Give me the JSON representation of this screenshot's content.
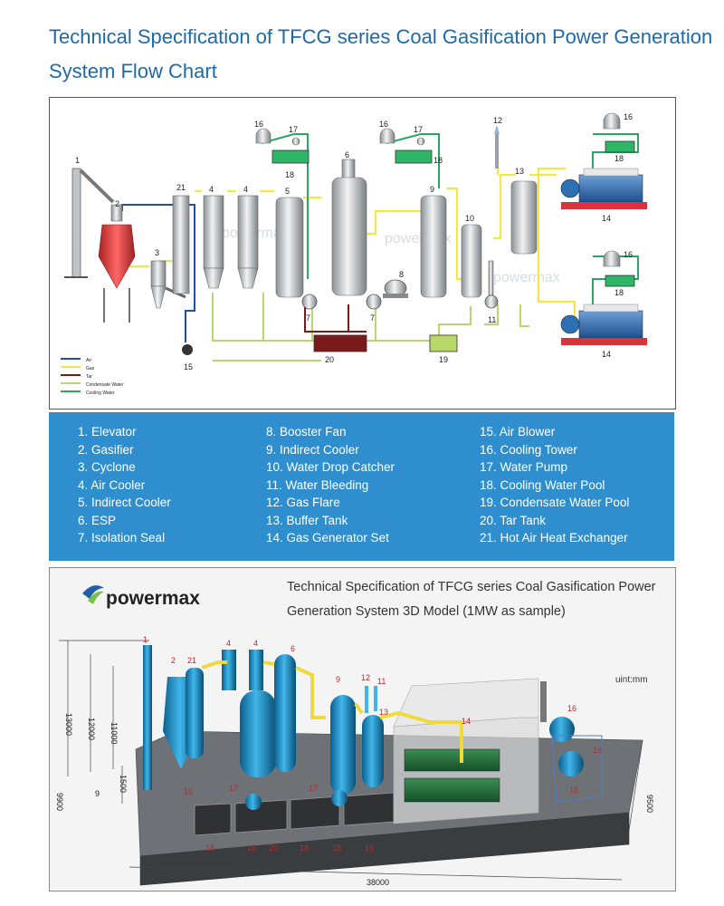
{
  "page_title": "Technical Specification of TFCG series Coal Gasification Power Generation System Flow Chart",
  "flow_chart": {
    "watermark": "powermax",
    "legend_lines": [
      {
        "label": "Air",
        "color": "#1f4ea3"
      },
      {
        "label": "Gas",
        "color": "#f2e64a"
      },
      {
        "label": "Tar",
        "color": "#7a1a1a"
      },
      {
        "label": "Condensate Water",
        "color": "#b7d96a"
      },
      {
        "label": "Cooling Water",
        "color": "#28a860"
      }
    ],
    "labels": {
      "n1": "1",
      "n2": "2",
      "n3": "3",
      "n4a": "4",
      "n4b": "4",
      "n5": "5",
      "n6": "6",
      "n7a": "7",
      "n7b": "7",
      "n8": "8",
      "n9": "9",
      "n10": "10",
      "n11": "11",
      "n12": "12",
      "n13": "13",
      "n14a": "14",
      "n14b": "14",
      "n15": "15",
      "n16a": "16",
      "n16b": "16",
      "n16c": "16",
      "n16d": "16",
      "n17a": "17",
      "n17b": "17",
      "n18a": "18",
      "n18b": "18",
      "n18c": "18",
      "n18d": "18",
      "n19": "19",
      "n20": "20",
      "n21": "21"
    }
  },
  "components": {
    "col1": [
      "1. Elevator",
      "2. Gasifier",
      "3. Cyclone",
      "4. Air Cooler",
      "5. Indirect Cooler",
      "6. ESP",
      "7. Isolation Seal"
    ],
    "col2": [
      "8. Booster Fan",
      "9. Indirect Cooler",
      "10. Water Drop Catcher",
      "11. Water Bleeding",
      "12. Gas Flare",
      "13. Buffer Tank",
      "14. Gas Generator Set"
    ],
    "col3": [
      "15. Air Blower",
      "16. Cooling Tower",
      "17. Water Pump",
      "18. Cooling Water Pool",
      "19. Condensate Water Pool",
      "20. Tar Tank",
      "21. Hot Air Heat Exchanger"
    ]
  },
  "model": {
    "brand": "powermax",
    "title_line1": "Technical Specification of TFCG series Coal Gasification Power",
    "title_line2": "Generation System 3D Model (1MW as sample)",
    "unit": "uint:mm",
    "dims": {
      "d13000": "13000",
      "d12000": "12000",
      "d11000": "11000",
      "d5": "9",
      "d1500": "1500",
      "d9900": "9900",
      "d38000": "38000",
      "d9500": "9500"
    },
    "labels": {
      "m1": "1",
      "m2": "2",
      "m21": "21",
      "m4a": "4",
      "m4b": "4",
      "m6": "6",
      "m9": "9",
      "m12": "12",
      "m11": "11",
      "m13": "13",
      "m14": "14",
      "m16a": "16",
      "m16b": "16",
      "m18": "18",
      "m15": "15",
      "m17a": "17",
      "m17b": "17",
      "b18a": "18",
      "b18b": "18",
      "b20": "20",
      "b18c": "18",
      "b18d": "18",
      "b19": "19"
    }
  }
}
